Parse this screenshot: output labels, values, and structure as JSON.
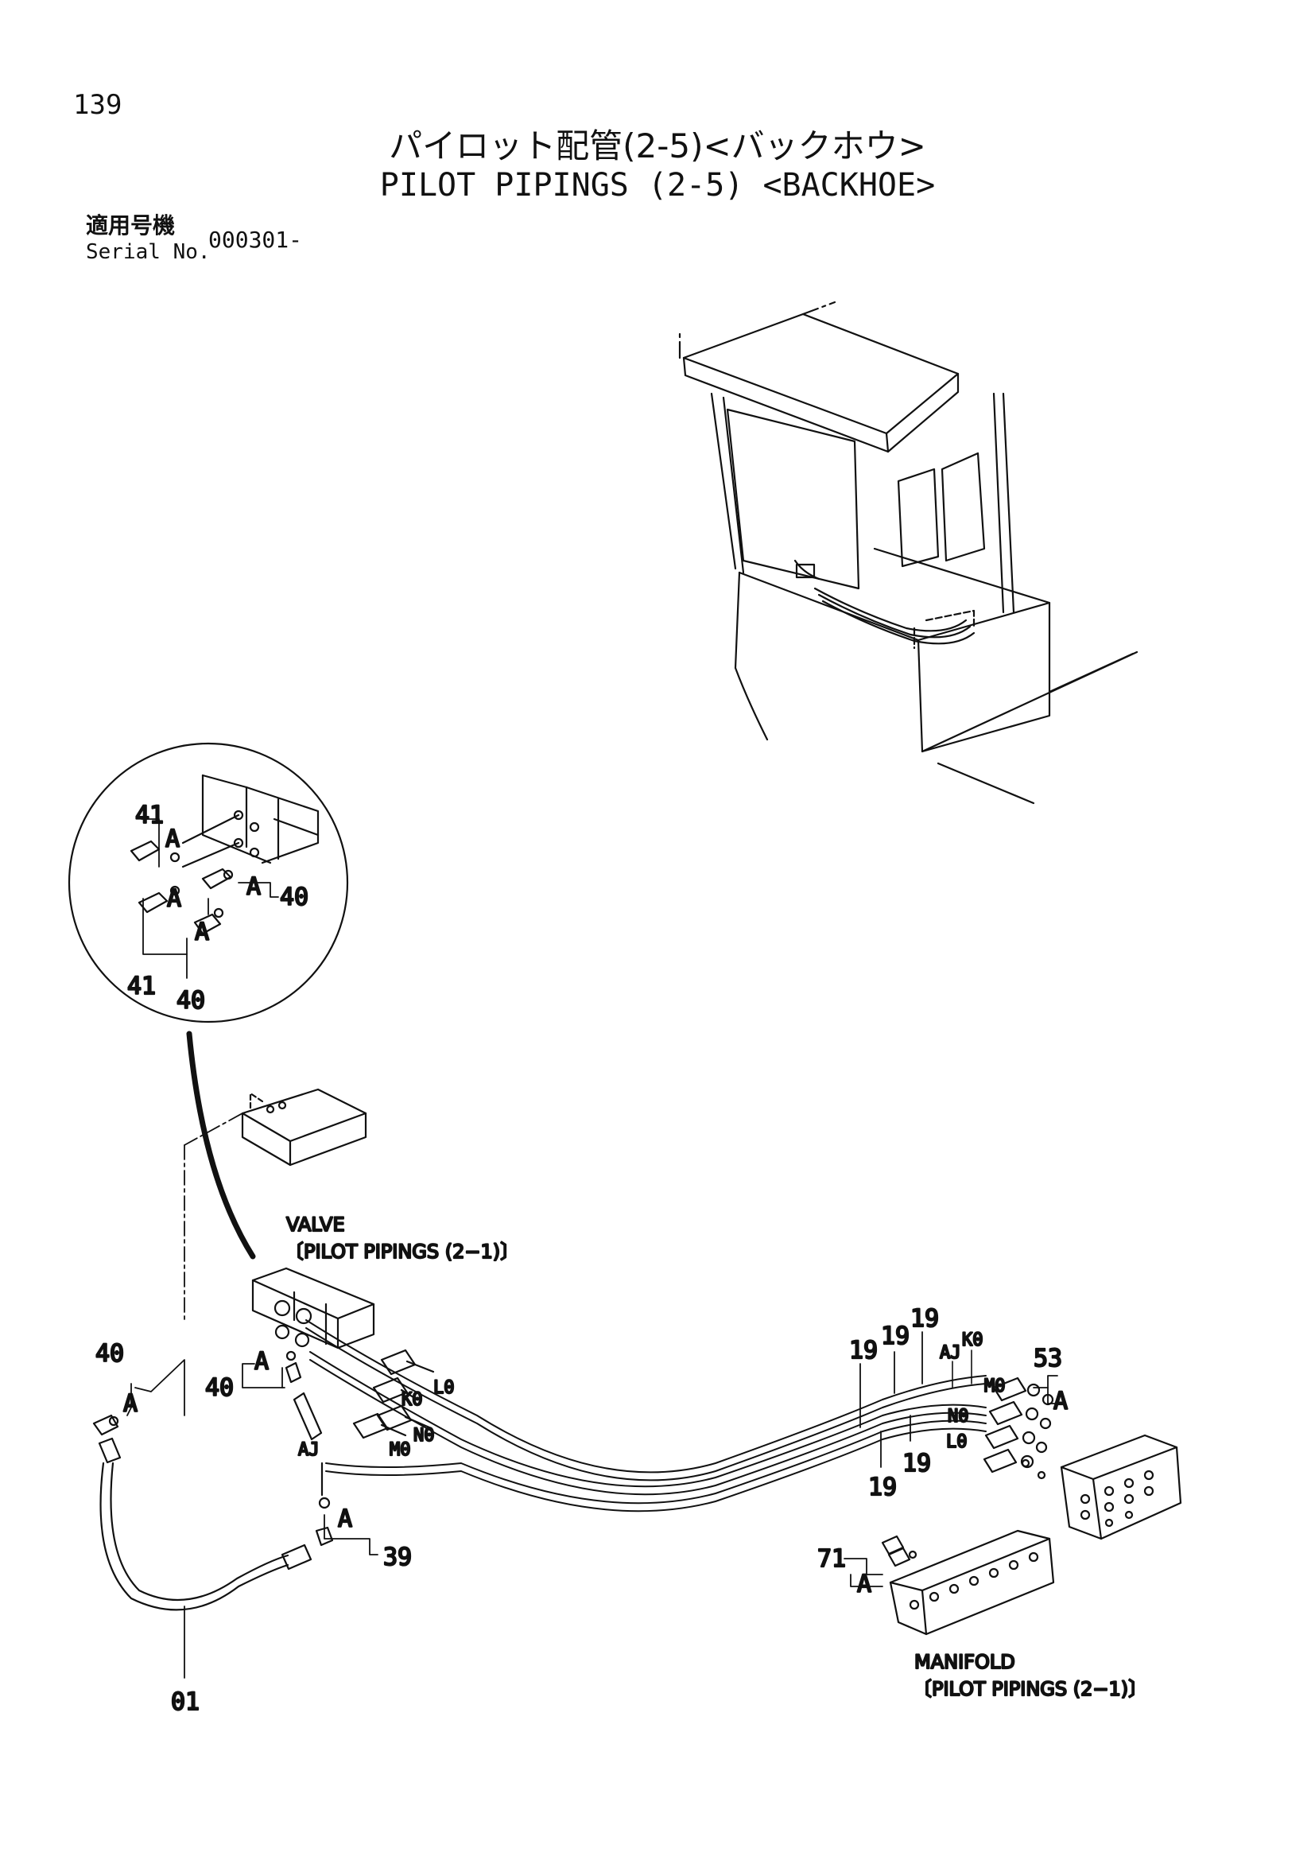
{
  "page_number": "139",
  "title_jp": "パイロット配管(2-5)<バックホウ>",
  "title_en": "PILOT PIPINGS (2-5) <BACKHOE>",
  "serial": {
    "label_jp": "適用号機",
    "label_en": "Serial No.",
    "value": "000301-"
  },
  "labels": {
    "valve_name": "VALVE",
    "valve_ref": "〔PILOT PIPINGS (2−1)〕",
    "manifold_name": "MANIFOLD",
    "manifold_ref": "〔PILOT PIPINGS (2−1)〕"
  },
  "callouts": {
    "c41": "41",
    "c40": "40",
    "c19": "19",
    "c53": "53",
    "c39": "39",
    "c71": "71",
    "c01": "01",
    "cA": "A"
  },
  "port_labels": {
    "LO": "L0",
    "KO": "K0",
    "NO": "N0",
    "MO": "M0",
    "AJ": "AJ"
  }
}
